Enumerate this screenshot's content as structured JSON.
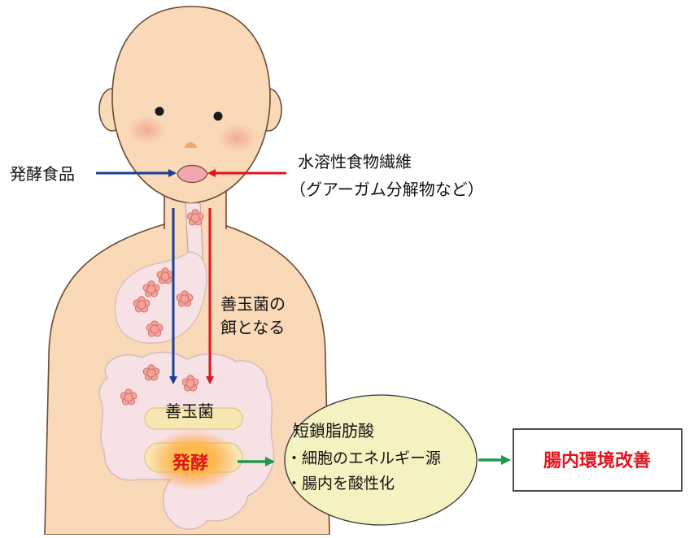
{
  "labels": {
    "fermented_food": "発酵食品",
    "fiber_line1": "水溶性食物繊維",
    "fiber_line2": "（グアーガム分解物など）",
    "feed_line1": "善玉菌の",
    "feed_line2": "餌となる",
    "good_bacteria": "善玉菌",
    "fermentation": "発酵",
    "scfa_title": "短鎖脂肪酸",
    "scfa_item1": "・細胞のエネルギー源",
    "scfa_item2": "・腸内を酸性化",
    "result": "腸内環境改善"
  },
  "colors": {
    "skin": "#f9d9b8",
    "skin_outline": "#6b4a33",
    "gut": "#f6e1e4",
    "bacteria": "#f3a39a",
    "blue_arrow": "#1b3f95",
    "red_arrow": "#e1141e",
    "green_arrow": "#1f9a4a",
    "ellipse_fill": "#f5f2c2",
    "result_text": "#e1141e",
    "fermentation_text": "#e1141e"
  }
}
